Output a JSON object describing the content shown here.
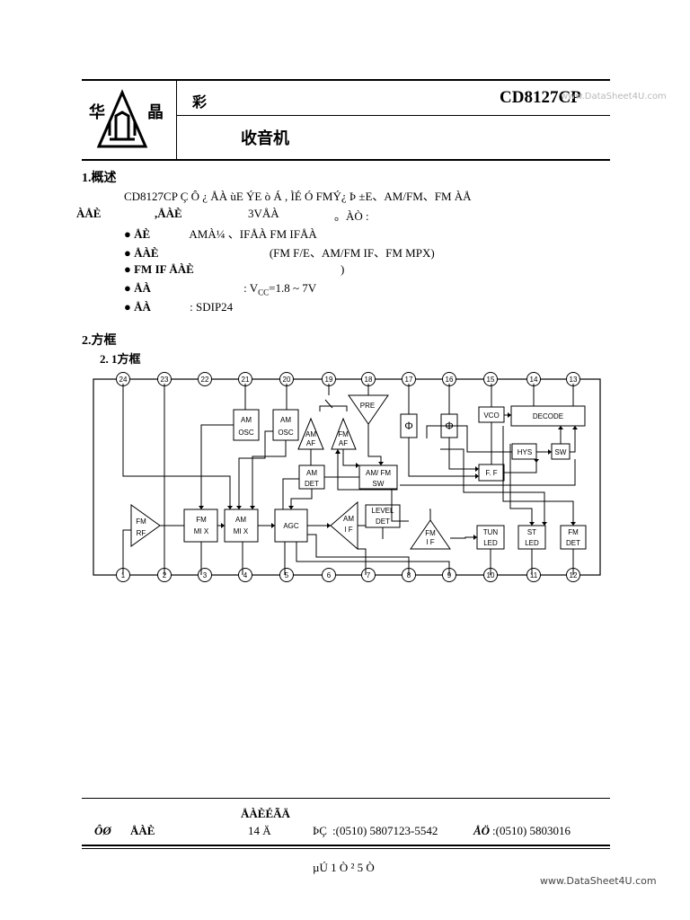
{
  "header": {
    "part_number": "CD8127CP",
    "title_glyphs": "彩",
    "subtitle_glyphs": "收音机",
    "watermark_top": "www.DataSheet4U.com",
    "logo_chars": [
      "华",
      "晶"
    ]
  },
  "section1": {
    "heading": "1.概述",
    "para_line1": "CD8127CP Ç Ô ¿ ÅÀ  ùE ÝE  ò Á  , ÌÉ  Ó FMÝ¿ Þ  ±E、AM/FM、FM ÀÅ",
    "para_line2_a": "ÀÅÈ",
    "para_line2_b": ",ÅÀÈ",
    "para_line2_c": "3VÅÀ",
    "para_line2_d": "。ÀÒ  :",
    "features": [
      {
        "bullet": "●",
        "label": "ÅÈ",
        "text": "AMÀ¼     、IFÅÀ       FM IFÅÀ"
      },
      {
        "bullet": "●",
        "label": "ÅÀÈ",
        "text": "(FM    F/E、AM/FM IF、FM MPX)"
      },
      {
        "bullet": "●",
        "label": "FM IF ÅÀÈ",
        "text": ")"
      },
      {
        "bullet": "●",
        "label": "ÅÀ",
        "text_prefix": ":  V",
        "text_sub": "CC",
        "text_suffix": "=1.8 ~ 7V"
      },
      {
        "bullet": "●",
        "label": "ÅÀ",
        "text": ":  SDIP24"
      }
    ]
  },
  "section2": {
    "heading": "2.方框",
    "subheading": "2. 1方框"
  },
  "diagram": {
    "top_pins": [
      "24",
      "23",
      "22",
      "21",
      "20",
      "19",
      "18",
      "17",
      "16",
      "15",
      "14",
      "13"
    ],
    "bottom_pins": [
      "1",
      "2",
      "3",
      "4",
      "5",
      "6",
      "7",
      "8",
      "9",
      "10",
      "11",
      "12"
    ],
    "blocks": {
      "am_osc_1": [
        "AM",
        "OSC"
      ],
      "am_osc_2": [
        "AM",
        "OSC"
      ],
      "am_af": [
        "AM",
        "AF"
      ],
      "fm_af": [
        "FM",
        "AF"
      ],
      "pre": "PRE",
      "vco": "VCO",
      "decode": "DECODE",
      "hys": "HYS",
      "sw": "SW",
      "ff": "F. F",
      "am_det": [
        "AM",
        "DET"
      ],
      "am_fm_sw": [
        "AM/ FM",
        "SW"
      ],
      "fm_rf": [
        "FM",
        "RF"
      ],
      "fm_mix": [
        "FM",
        "MI X"
      ],
      "am_mix": [
        "AM",
        "MI X"
      ],
      "agc": "AGC",
      "am_if": [
        "AM",
        "I F"
      ],
      "level_det": [
        "LEVEL",
        "DET"
      ],
      "fm_if": [
        "FM",
        "I F"
      ],
      "tun_led": [
        "TUN",
        "LED"
      ],
      "st_led": [
        "ST",
        "LED"
      ],
      "fm_det": [
        "FM",
        "DET"
      ],
      "phase": "Φ"
    }
  },
  "footer": {
    "company": "ÅÀÈÉÃÄ",
    "left_label": "ÔØ",
    "left_value": "ÅÀÈ",
    "addr": "14 Ä",
    "phone_label": "ÞÇ",
    "phone": ":(0510) 5807123-5542",
    "fax_label": "ÅÖ",
    "fax": ":(0510) 5803016",
    "page": "µÚ  1 Ò  ²    5 Ò",
    "watermark_bottom": "www.DataSheet4U.com"
  }
}
